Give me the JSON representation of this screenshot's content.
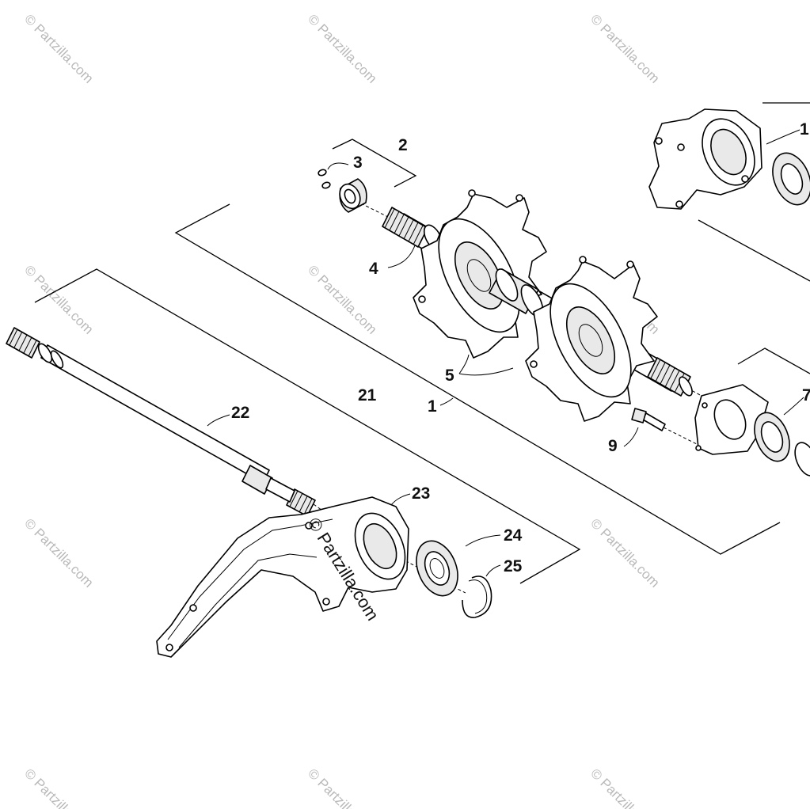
{
  "watermark": {
    "text": "© Partzilla.com",
    "overlay_text": "© Partzilla.com"
  },
  "callouts": {
    "c1": "1",
    "c2": "2",
    "c3": "3",
    "c4": "4",
    "c5": "5",
    "c7": "7",
    "c9": "9",
    "c11": "1",
    "c21": "21",
    "c22": "22",
    "c23": "23",
    "c24": "24",
    "c25": "25"
  }
}
